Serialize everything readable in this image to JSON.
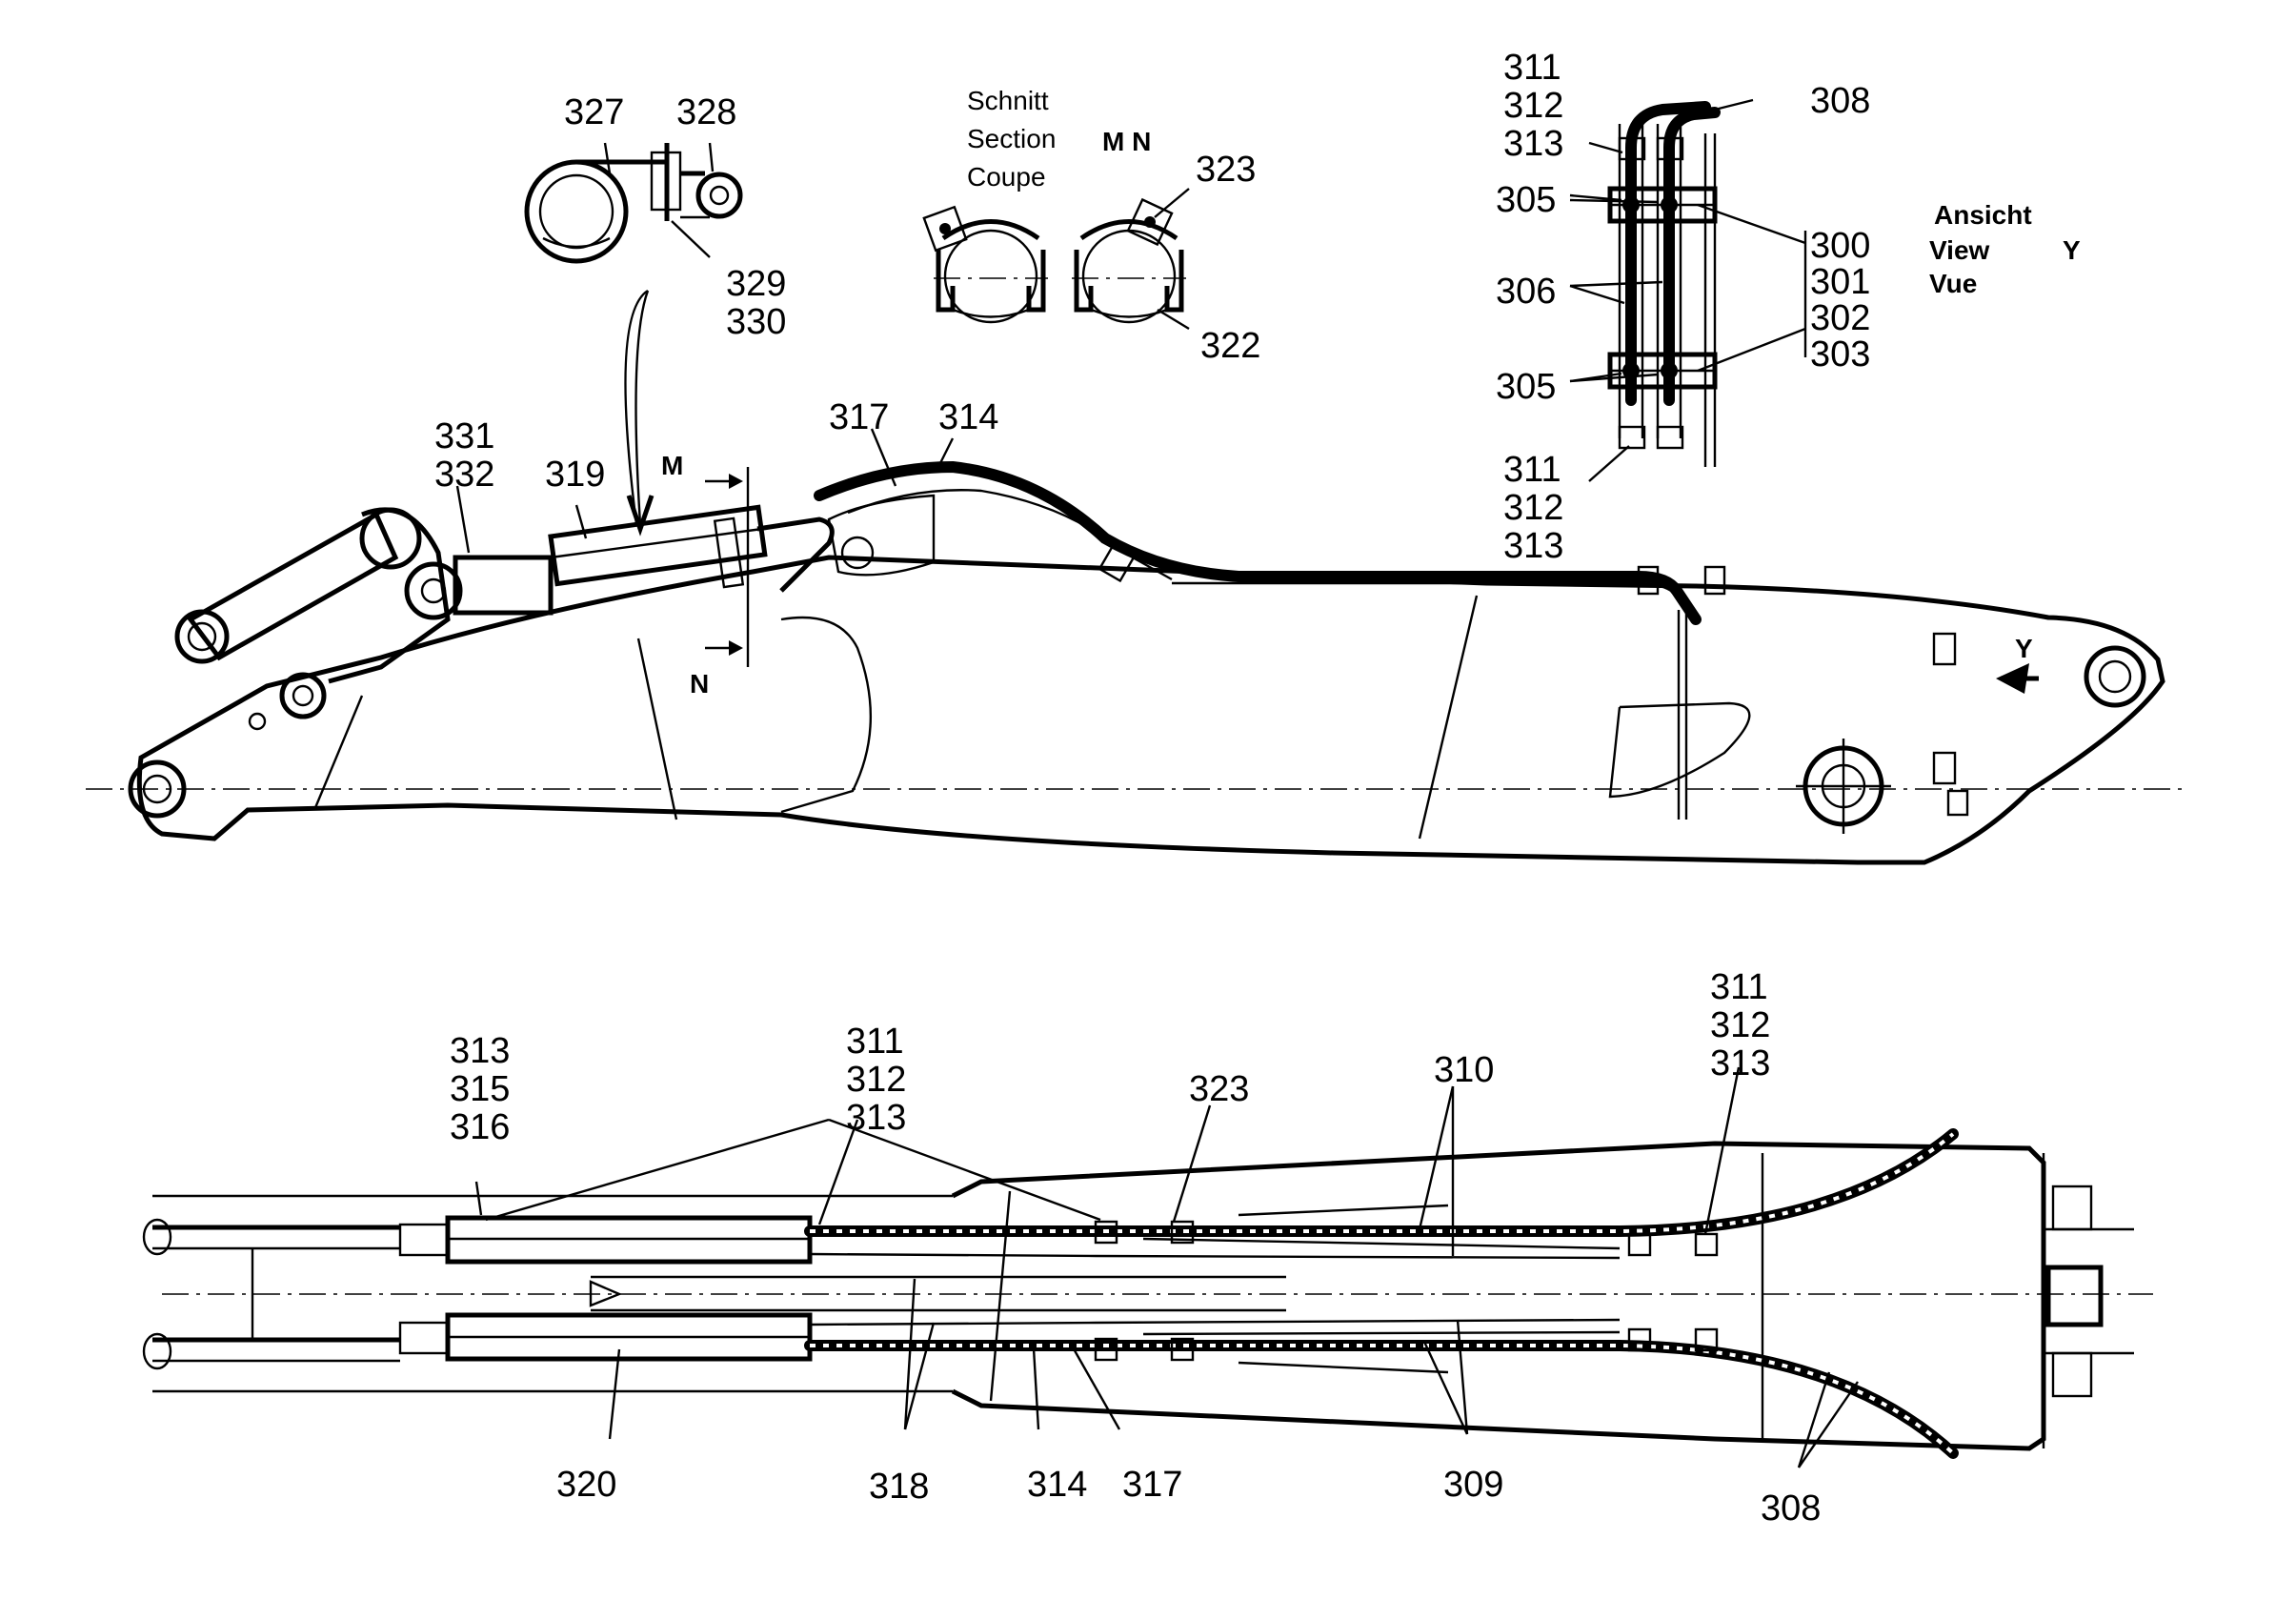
{
  "section": {
    "lines": [
      "Schnitt",
      "Section",
      "Coupe"
    ],
    "letters": "M N",
    "cut_m": "M",
    "cut_n": "N"
  },
  "view": {
    "lines": [
      "Ansicht",
      "View",
      "Vue"
    ],
    "letter": "Y"
  },
  "detail": {
    "l327": "327",
    "l328": "328",
    "l329": "329",
    "l330": "330"
  },
  "clamp": {
    "l323": "323",
    "l322": "322"
  },
  "viewy": {
    "top": [
      "311",
      "312",
      "313"
    ],
    "l308": "308",
    "l305a": "305",
    "l306": "306",
    "l305b": "305",
    "bottom": [
      "311",
      "312",
      "313"
    ],
    "bracket": [
      "300",
      "301",
      "302",
      "303"
    ]
  },
  "side": {
    "l331": "331",
    "l332": "332",
    "l319": "319",
    "l317": "317",
    "l314": "314"
  },
  "plan": {
    "left_stack": [
      "313",
      "315",
      "316"
    ],
    "mid_stack": [
      "311",
      "312",
      "313"
    ],
    "right_stack": [
      "311",
      "312",
      "313"
    ],
    "l323": "323",
    "l310": "310",
    "l320": "320",
    "l318": "318",
    "l314": "314",
    "l317": "317",
    "l309": "309",
    "l308": "308"
  }
}
